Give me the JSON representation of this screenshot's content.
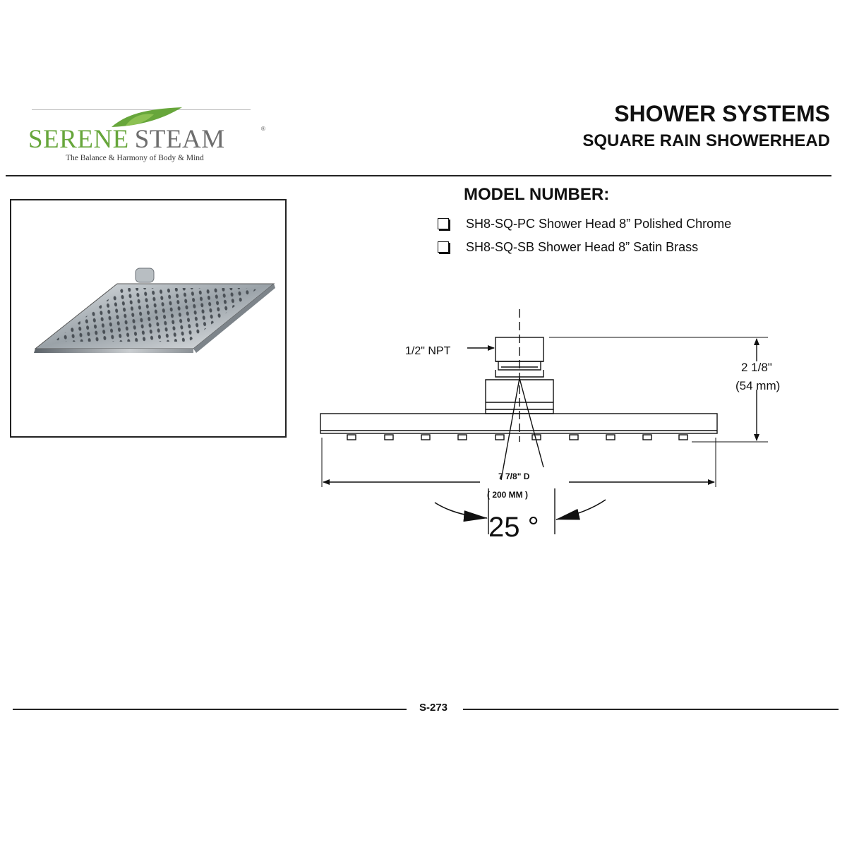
{
  "logo": {
    "brand_part1": "SERENE",
    "brand_part2": "STEAM",
    "registered": "®",
    "tagline": "The Balance & Harmony of  Body & Mind",
    "leaf_icon": "leaf-icon",
    "colors": {
      "green": "#67a63b",
      "gray": "#6e6e6e"
    }
  },
  "header": {
    "title": "SHOWER SYSTEMS",
    "subtitle": "SQUARE RAIN SHOWERHEAD"
  },
  "model": {
    "heading": "MODEL NUMBER:",
    "options": [
      {
        "label": "SH8-SQ-PC Shower Head 8” Polished Chrome"
      },
      {
        "label": "SH8-SQ-SB Shower Head 8” Satin Brass"
      }
    ]
  },
  "drawing": {
    "connection_label": "1/2\" NPT",
    "height_label": "2 1/8\"",
    "height_metric": "(54 mm)",
    "width_label": "7 7/8\" D",
    "width_metric": "( 200 MM )",
    "angle_label": "25 °"
  },
  "footer": {
    "page_number": "S-273"
  }
}
